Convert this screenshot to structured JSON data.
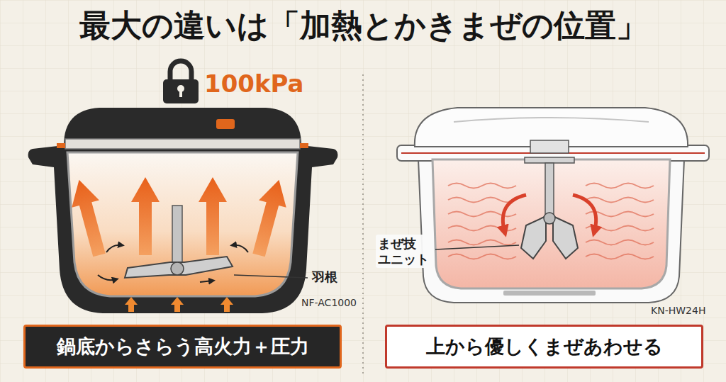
{
  "diagram": {
    "title": "最大の違いは「加熱とかきまぜの位置」",
    "nodes": [
      {
        "text": [
          "鍋底からさらう高火力＋圧力"
        ]
      },
      {
        "text": [
          "上から優しくまぜあわせる"
        ]
      }
    ],
    "labels": [
      "100kPa",
      "羽根",
      "NF-AC1000",
      "まぜ技 ユニット",
      "KN-HW24H"
    ]
  }
}
